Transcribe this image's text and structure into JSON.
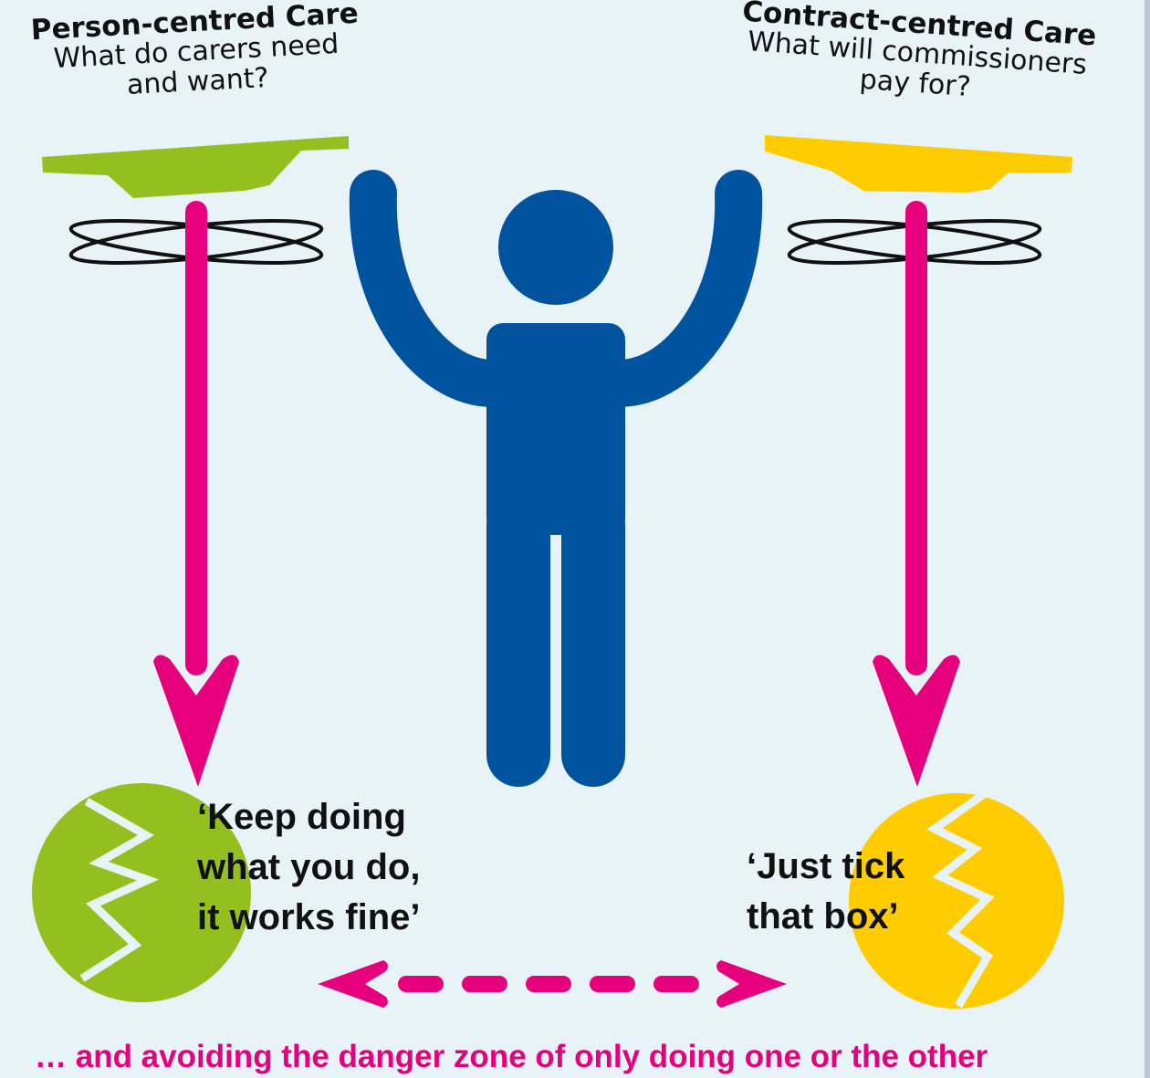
{
  "left": {
    "title": "Person-centred Care",
    "subtitle_line1": "What do carers need",
    "subtitle_line2": "and want?",
    "quote_line1": "‘Keep doing",
    "quote_line2": "what you do,",
    "quote_line3": "it works fine’",
    "color": "#93c01f"
  },
  "right": {
    "title": "Contract-centred Care",
    "subtitle_line1": "What will commissioners",
    "subtitle_line2": "pay for?",
    "quote_line1": "‘Just tick",
    "quote_line2": "that box’",
    "color": "#ffcc00"
  },
  "footer": "… and avoiding the danger zone of only doing one or the other",
  "colors": {
    "background": "#e8f3f8",
    "figure": "#00549f",
    "arrow": "#e6007e",
    "text": "#111111"
  },
  "icons": {
    "figure": "person-arms-raised-icon",
    "left_plate": "spinning-plate-icon",
    "right_plate": "spinning-plate-icon",
    "left_broken_plate": "broken-plate-icon",
    "right_broken_plate": "broken-plate-icon",
    "arrow": "down-arrow-icon",
    "dashed_arrow": "double-headed-arrow-icon"
  }
}
